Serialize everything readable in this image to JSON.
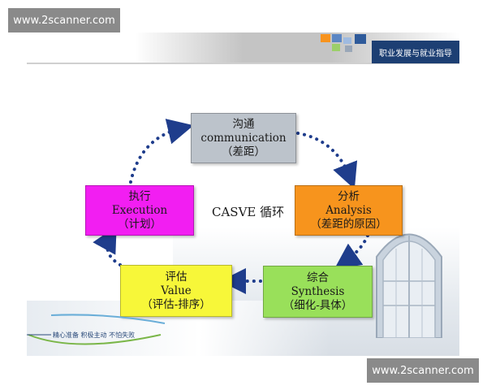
{
  "watermark": {
    "top": "www.2scanner.com",
    "bottom": "www.2scanner.com"
  },
  "slide": {
    "header_title": "职业发展与就业指导",
    "slogan": "精心准备 积极主动 不怕失败",
    "colors": {
      "header_dark": "#1d3f73",
      "header_square_orange": "#f7931e",
      "header_square_blue": "#5b86c4",
      "arrow_blue": "#1f3d8c"
    }
  },
  "diagram": {
    "center_label": "CASVE 循环",
    "nodes": [
      {
        "id": "communication",
        "zh": "沟通",
        "en": "communication",
        "note": "（差距）",
        "color": "#bcc3cb"
      },
      {
        "id": "analysis",
        "zh": "分析",
        "en": "Analysis",
        "note": "（差距的原因）",
        "color": "#f7941d"
      },
      {
        "id": "synthesis",
        "zh": "综合",
        "en": "Synthesis",
        "note": "（细化-具体）",
        "color": "#99e05a"
      },
      {
        "id": "value",
        "zh": "评估",
        "en": "Value",
        "note": "（评估-排序）",
        "color": "#f7f739"
      },
      {
        "id": "execution",
        "zh": "执行",
        "en": "Execution",
        "note": "（计划）",
        "color": "#f21ef2"
      }
    ]
  }
}
